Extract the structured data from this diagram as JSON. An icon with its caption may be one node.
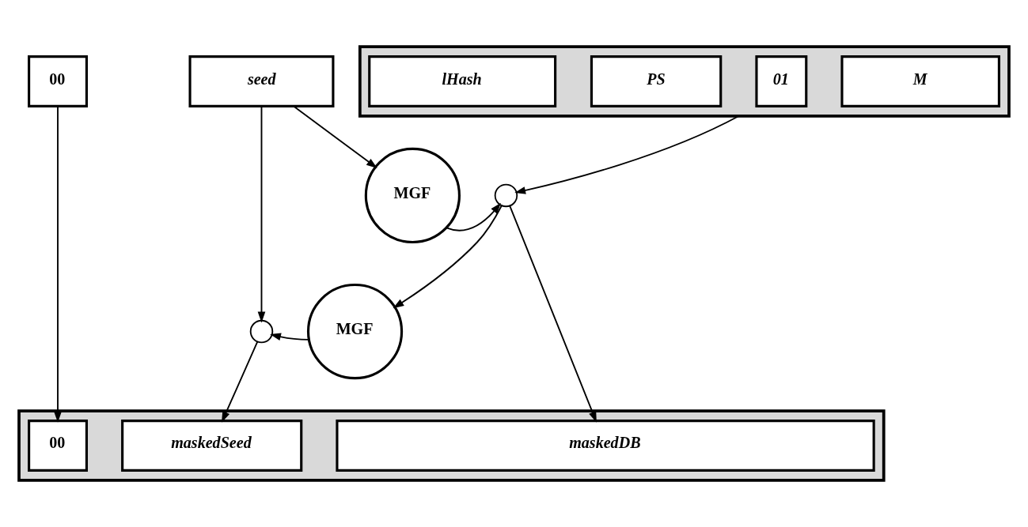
{
  "diagram": {
    "nodes": [
      {
        "text": [
          "00"
        ]
      },
      {
        "text": [
          "seed"
        ]
      },
      {
        "text": [],
        "shape": "box"
      },
      {
        "text": [
          "lHash"
        ],
        "in": 2
      },
      {
        "text": [
          "PS"
        ],
        "in": 2
      },
      {
        "text": [
          "01"
        ],
        "in": 2
      },
      {
        "text": [
          "M"
        ],
        "in": 2
      },
      {
        "text": [
          "MGF"
        ]
      },
      {
        "text": [],
        "shape": "circle"
      },
      {
        "text": [
          "MGF"
        ]
      },
      {
        "text": [],
        "shape": "circle"
      },
      {
        "text": [],
        "shape": "box"
      },
      {
        "text": [
          "00"
        ],
        "in": 11
      },
      {
        "text": [
          "maskedSeed"
        ],
        "in": 11
      },
      {
        "text": [
          "maskedDB"
        ],
        "in": 11
      }
    ],
    "edges": [
      {
        "from": 0,
        "to": 12,
        "arrow": "to"
      },
      {
        "from": 1,
        "to": 7,
        "arrow": "to"
      },
      {
        "from": 1,
        "to": 10,
        "arrow": "to"
      },
      {
        "from": 2,
        "to": 8,
        "arrow": "to"
      },
      {
        "from": 7,
        "to": 8,
        "arrow": "to"
      },
      {
        "from": 8,
        "to": 9,
        "arrow": "to"
      },
      {
        "from": 8,
        "to": 14,
        "arrow": "to"
      },
      {
        "from": 9,
        "to": 10,
        "arrow": "to"
      },
      {
        "from": 10,
        "to": 13,
        "arrow": "to"
      }
    ]
  }
}
